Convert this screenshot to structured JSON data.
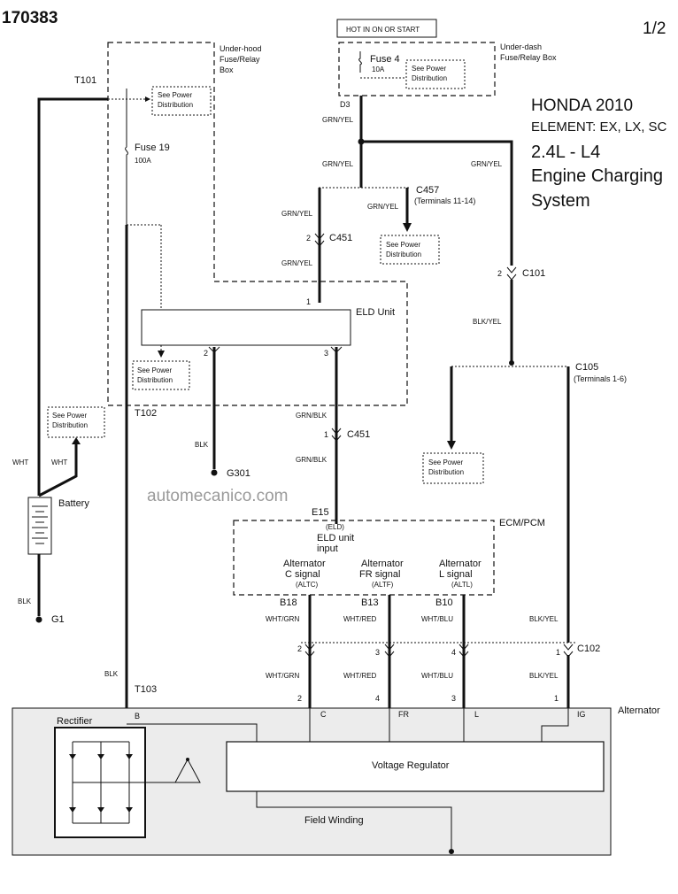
{
  "header": {
    "doc_number": "170383",
    "page": "1/2",
    "vehicle": "HONDA 2010",
    "model": "ELEMENT: EX, LX, SC",
    "engine": "2.4L - L4",
    "system_line1": "Engine Charging",
    "system_line2": "System"
  },
  "watermark": "automecanico.com",
  "labels": {
    "hot_in": "HOT IN ON OR START",
    "underdash_1": "Under-dash",
    "underdash_2": "Fuse/Relay Box",
    "underhood_1": "Under-hood",
    "underhood_2": "Fuse/Relay",
    "underhood_3": "Box",
    "fuse4": "Fuse 4",
    "fuse4_amp": "10A",
    "fuse19": "Fuse 19",
    "fuse19_amp": "100A",
    "see_power_1": "See Power",
    "see_power_2": "Distribution",
    "t101": "T101",
    "t102": "T102",
    "t103": "T103",
    "d3": "D3",
    "c457": "C457",
    "c457_terms": "(Terminals 11-14)",
    "c451": "C451",
    "c451b": "C451",
    "c101": "C101",
    "c105": "C105",
    "c105_terms": "(Terminals 1-6)",
    "c102": "C102",
    "eld_unit": "ELD Unit",
    "g301": "G301",
    "g1": "G1",
    "battery": "Battery",
    "ecm": "ECM/PCM",
    "e15": "E15",
    "eld_small": "(ELD)",
    "eld_input_1": "ELD unit",
    "eld_input_2": "input",
    "alt_c_1": "Alternator",
    "alt_c_2": "C signal",
    "alt_c_3": "(ALTC)",
    "alt_fr_1": "Alternator",
    "alt_fr_2": "FR signal",
    "alt_fr_3": "(ALTF)",
    "alt_l_1": "Alternator",
    "alt_l_2": "L signal",
    "alt_l_3": "(ALTL)",
    "b18": "B18",
    "b13": "B13",
    "b10": "B10",
    "alternator": "Alternator",
    "rectifier": "Rectifier",
    "voltage_regulator": "Voltage Regulator",
    "field_winding": "Field Winding",
    "term_b": "B",
    "term_c": "C",
    "term_fr": "FR",
    "term_l": "L",
    "term_ig": "IG"
  },
  "wires": {
    "grn_yel": "GRN/YEL",
    "grn_blk": "GRN/BLK",
    "blk": "BLK",
    "blk_yel": "BLK/YEL",
    "wht": "WHT",
    "wht_grn": "WHT/GRN",
    "wht_red": "WHT/RED",
    "wht_blu": "WHT/BLU"
  },
  "pins": {
    "p1": "1",
    "p2": "2",
    "p3": "3",
    "p4": "4"
  }
}
